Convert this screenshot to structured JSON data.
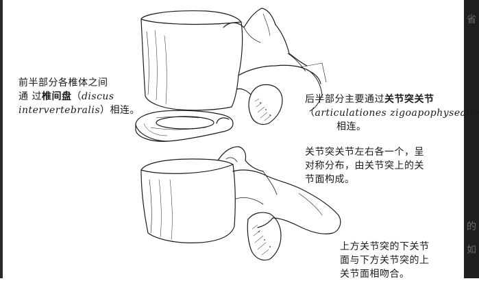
{
  "captions": {
    "left": {
      "line1": "前半部分各椎体之间",
      "line2_pre": "通 过",
      "line2_term": "椎间盘",
      "line2_paren_open": "（",
      "line2_latin": "discus",
      "line3_latin": "intervertebralis",
      "line3_post": "）相连。"
    },
    "right_top": {
      "line1_pre": "后半部分主要通过",
      "line1_term": "关节突关节",
      "line2_open": "（",
      "line2_latin": "articulationes zigoapophyseales",
      "line2_close": "）",
      "line3": "相连。"
    },
    "right_middle": {
      "line1": "关节突关节左右各一个，呈",
      "line2": "对称分布，由关节突上的关",
      "line3": "节面构成。"
    },
    "right_bottom": {
      "line1": "上方关节突的下关节",
      "line2": "面与下方关节突的上",
      "line3": "关节面相吻合。"
    }
  },
  "edge_glyphs": [
    "省",
    "的",
    "如"
  ],
  "colors": {
    "ink": "#1a1a1a",
    "background": "#ffffff",
    "hatch": "#555555"
  }
}
